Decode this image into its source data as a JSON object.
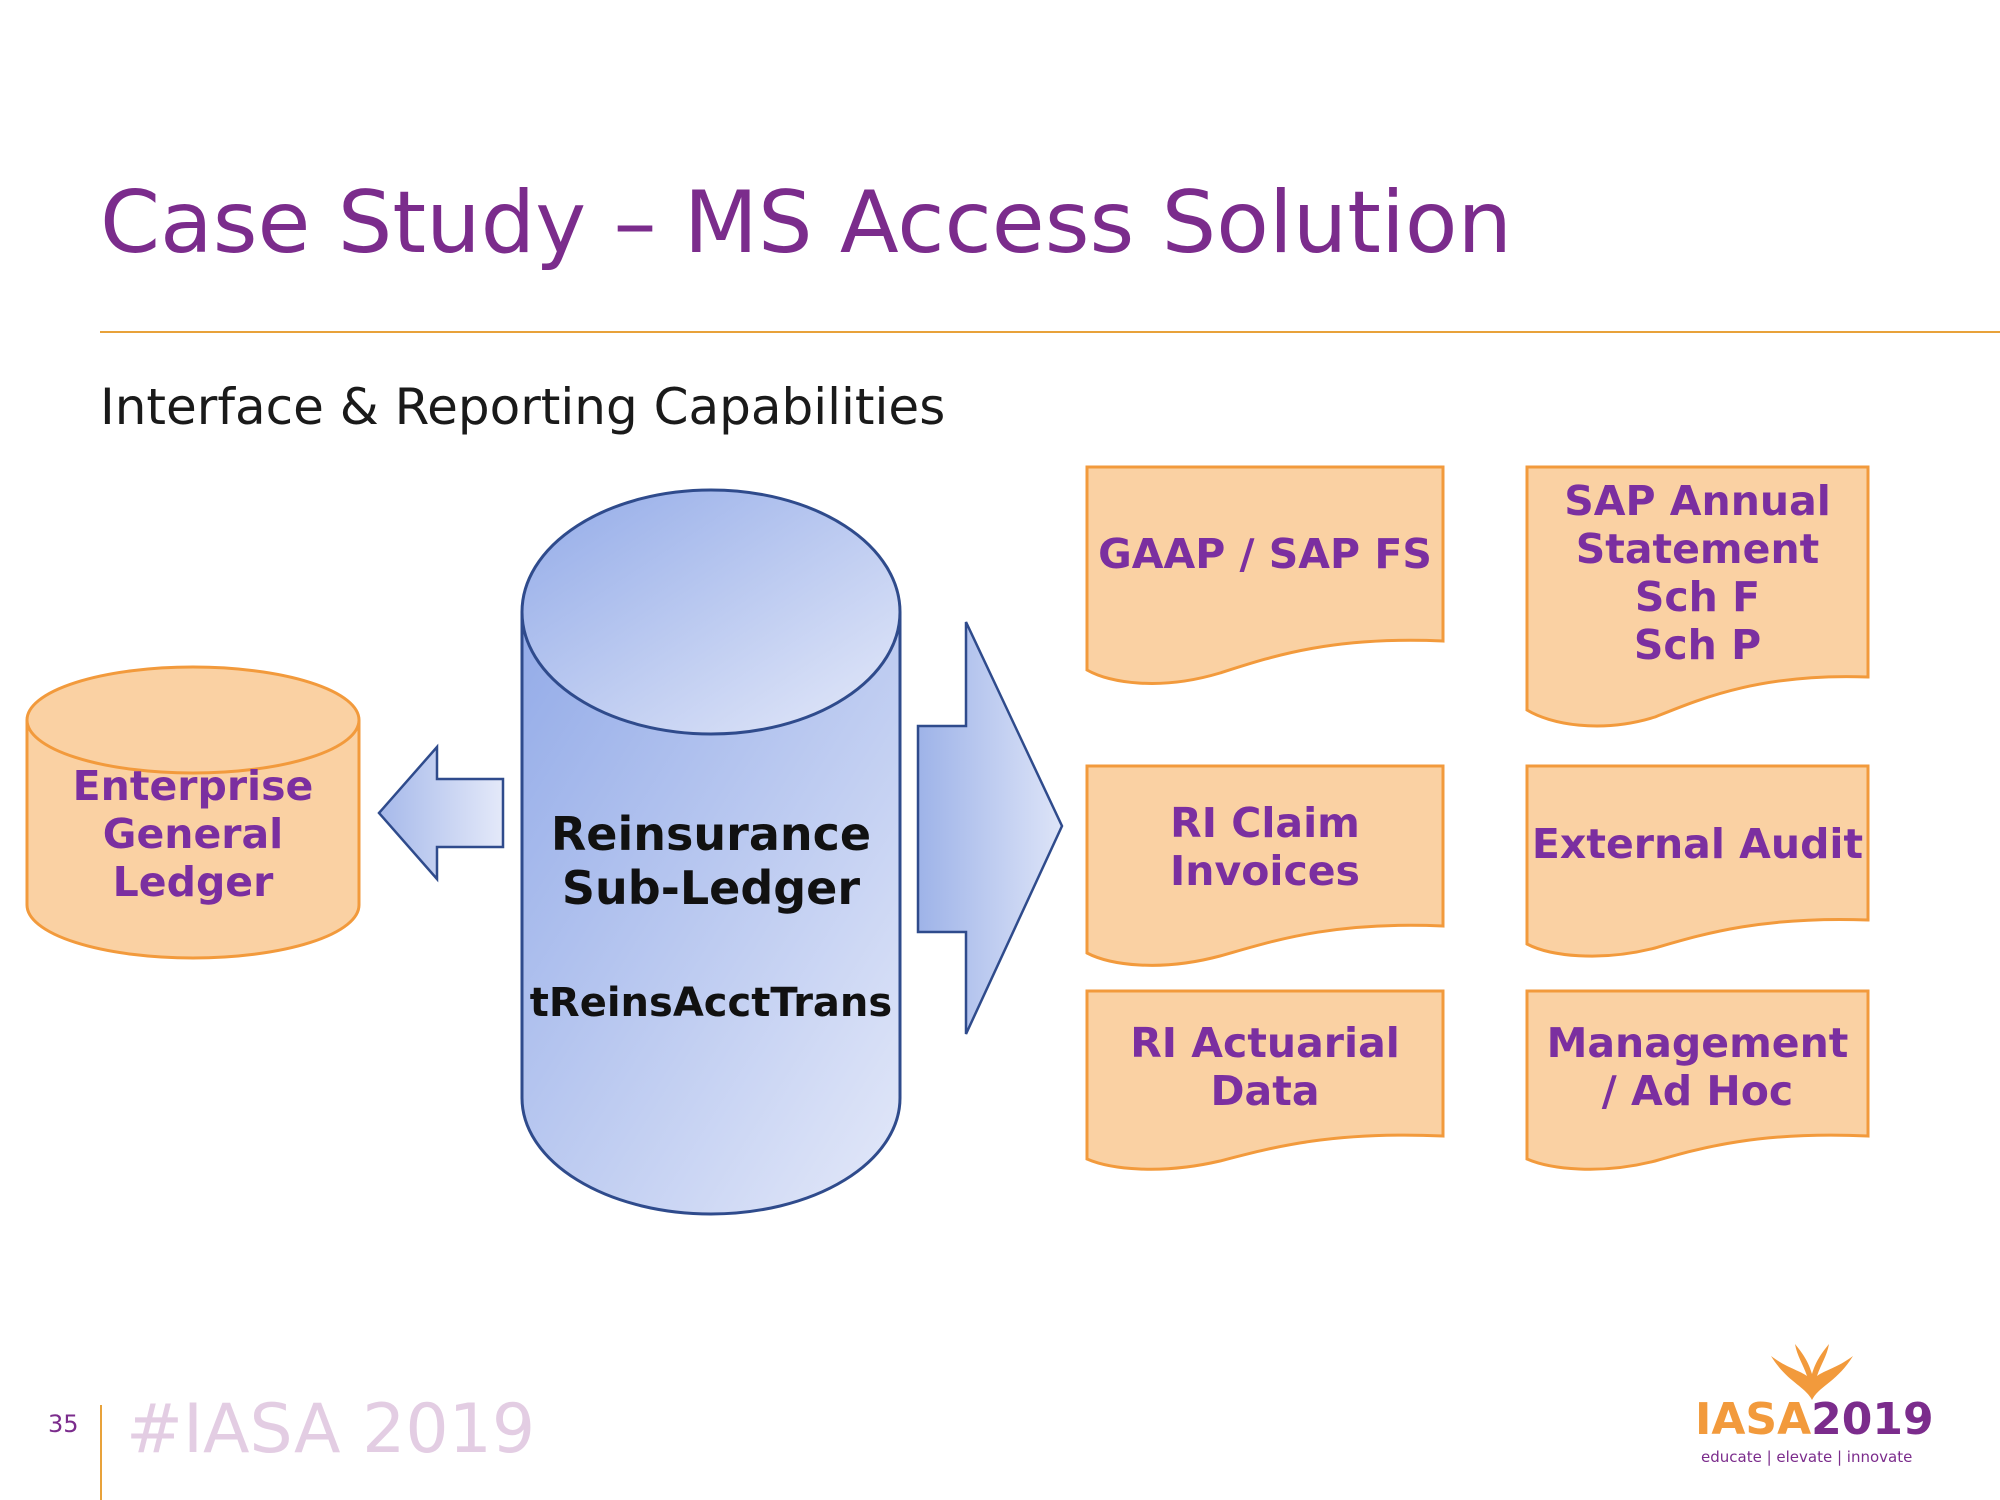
{
  "slide": {
    "title": "Case Study – MS Access Solution",
    "subtitle": "Interface & Reporting Capabilities",
    "page_number": "35",
    "hashtag": "#IASA 2019"
  },
  "diagram": {
    "source_database": {
      "line1": "Enterprise",
      "line2": "General",
      "line3": "Ledger"
    },
    "central_database": {
      "line1": "Reinsurance",
      "line2": "Sub-Ledger",
      "table_name": "tReinsAcctTrans"
    },
    "outputs": {
      "gaap_sap": {
        "line1": "GAAP / SAP FS"
      },
      "sap_annual": {
        "line1": "SAP Annual",
        "line2": "Statement",
        "line3": "Sch F",
        "line4": "Sch P"
      },
      "ri_claim": {
        "line1": "RI Claim",
        "line2": "Invoices"
      },
      "external_audit": {
        "line1": "External Audit"
      },
      "ri_actuarial": {
        "line1": "RI Actuarial",
        "line2": "Data"
      },
      "management": {
        "line1": "Management",
        "line2": "/ Ad Hoc"
      }
    }
  },
  "logo": {
    "word_iasa": "IASA",
    "word_year": "2019",
    "tagline": "educate | elevate | innovate"
  },
  "colors": {
    "title": "#7b2c8c",
    "accent_orange": "#e8a23a",
    "doc_fill": "#fad1a3",
    "doc_stroke": "#f29a3c",
    "cylinder_stroke": "#2f4b8c",
    "label_purple": "#7b2fa0"
  }
}
